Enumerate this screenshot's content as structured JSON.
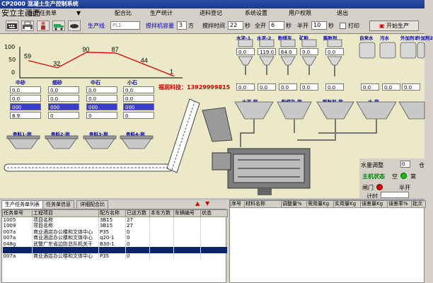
{
  "window": {
    "title": "CP2000 混凝土生产控制系统"
  },
  "menu": {
    "items": [
      "生产任务单",
      "配合比",
      "生产统计",
      "进料登记",
      "系统设置",
      "用户权限",
      "退出"
    ],
    "overlay_text": "安立主画面"
  },
  "toolbar": {
    "production_line_label": "生产线",
    "production_line_value": "PL1",
    "mixer_capacity_label": "搅拌机容量",
    "mixer_capacity_value": "3",
    "mixer_capacity_unit": "方",
    "mix_time_label": "搅拌时间",
    "mix_time_value": "22",
    "full_open_label": "全开",
    "full_open_value": "6",
    "half_open_label": "半开",
    "half_open_value": "10",
    "seconds_unit": "秒",
    "print_label": "打印",
    "start_button": "开始生产"
  },
  "trend": {
    "values": [
      59,
      32,
      90,
      87,
      44,
      1
    ],
    "ylabels": [
      "100",
      "50",
      "0"
    ]
  },
  "company": "福润科技：13929999815",
  "aggregate_bins": [
    {
      "name": "中砂",
      "v1": "0.0",
      "v2": "0.0",
      "v3": "000",
      "v4": "8.9"
    },
    {
      "name": "细砂",
      "v1": "0.0",
      "v2": "0.0",
      "v3": "000",
      "v4": "0"
    },
    {
      "name": "中石",
      "v1": "0.0",
      "v2": "0.0",
      "v3": "000",
      "v4": "0"
    },
    {
      "name": "小石",
      "v1": "0.0",
      "v2": "0.0",
      "v3": "000",
      "v4": "0"
    }
  ],
  "aggregate_scales": [
    "骨料1-称",
    "骨料2-称",
    "骨料3-称",
    "骨料4-称"
  ],
  "silos": [
    {
      "name": "水泥-1",
      "value": "0.0"
    },
    {
      "name": "水泥-2",
      "value": "119.0"
    },
    {
      "name": "粉煤灰",
      "value": "64.0"
    },
    {
      "name": "矿粉",
      "value": "0.0"
    },
    {
      "name": "膨胀剂",
      "value": "0.0"
    },
    {
      "name": "自来水",
      "value": ""
    },
    {
      "name": "污水",
      "value": ""
    },
    {
      "name": "外加剂1",
      "value": ""
    },
    {
      "name": "外加剂2",
      "value": ""
    }
  ],
  "silo_scale_values": [
    "0.0",
    "0.0",
    "0.0",
    "0.0",
    "0.0",
    "0.0",
    "0.0",
    "0.0"
  ],
  "scales": [
    "水泥-称",
    "粉煤灰-称",
    "膨胀剂-称",
    "水-称"
  ],
  "water_adjust": {
    "label": "水量调整",
    "value": "0",
    "unit": "仓"
  },
  "mixer_status": {
    "status_label": "主机状态",
    "empty": "空",
    "second": "第",
    "gate_label": "闸门",
    "half_open": "半开",
    "timer_label": "计时"
  },
  "bottom_tabs": [
    "生产任务单列表",
    "任务单信息",
    "详细配合比"
  ],
  "task_table": {
    "headers": [
      "任务单号",
      "工程项目",
      "配方名称",
      "已送方数",
      "本车方数",
      "车辆编号",
      "状态"
    ],
    "rows": [
      [
        "1005",
        "项目名称",
        "3B15",
        "27",
        "",
        "",
        ""
      ],
      [
        "1009",
        "项目名称",
        "3B15",
        "27",
        "",
        "",
        ""
      ],
      [
        "007a",
        "商业酒店办公楼和文体中心",
        "P35",
        "0",
        "",
        "",
        ""
      ],
      [
        "007a",
        "商业酒店办公楼和文体中心",
        "q20-1",
        "0",
        "",
        "",
        ""
      ],
      [
        "048g",
        "武警广东省边防总队机关干",
        "B30-1",
        "0",
        "",
        "",
        ""
      ],
      [
        "",
        "",
        "",
        "",
        "",
        "",
        ""
      ],
      [
        "007a",
        "商业酒店办公楼和文体中心",
        "P35",
        "0",
        "",
        "",
        ""
      ]
    ]
  },
  "recipe_table": {
    "headers": [
      "序号",
      "材料名称",
      "调整量%",
      "需用量Kg",
      "实用量Kg",
      "误差量Kg",
      "误差率%",
      "批次"
    ]
  }
}
